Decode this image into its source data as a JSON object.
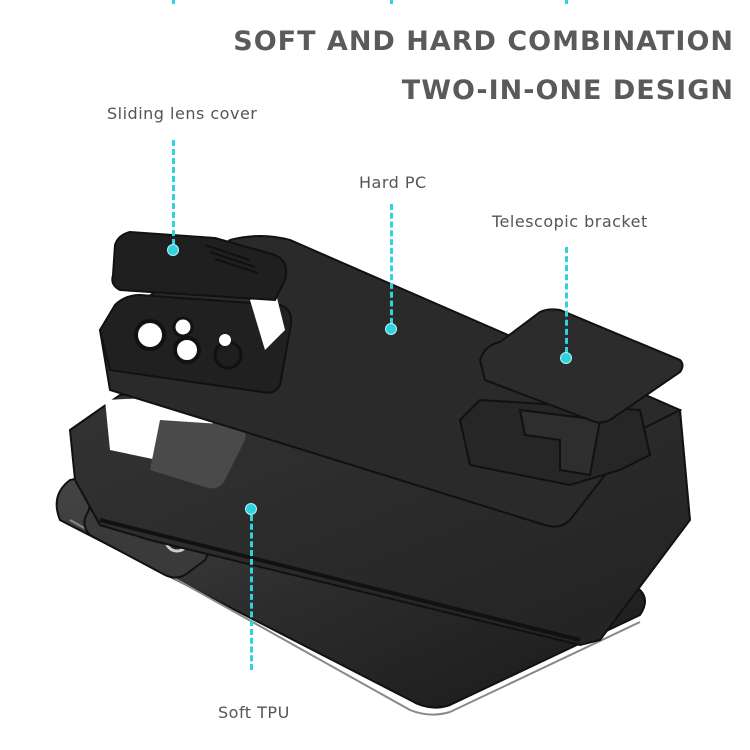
{
  "headline": {
    "line1": "SOFT AND HARD COMBINATION",
    "line2": "TWO-IN-ONE DESIGN"
  },
  "callouts": [
    {
      "label": "Sliding lens cover"
    },
    {
      "label": "Hard PC"
    },
    {
      "label": "Telescopic bracket"
    },
    {
      "label": "Soft TPU"
    }
  ],
  "colors": {
    "accent": "#2fd3df",
    "text": "#555555",
    "case": "#262626"
  }
}
